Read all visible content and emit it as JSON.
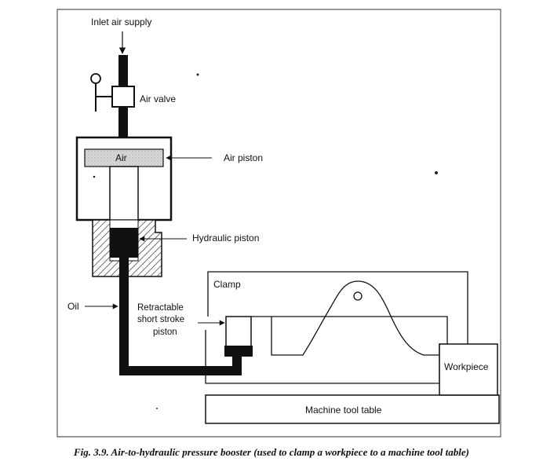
{
  "labels": {
    "inlet_air_supply": "Inlet air supply",
    "air_valve": "Air valve",
    "air": "Air",
    "air_piston": "Air piston",
    "hydraulic_piston": "Hydraulic piston",
    "oil": "Oil",
    "retractable_line1": "Retractable",
    "retractable_line2": "short stroke",
    "retractable_line3": "piston",
    "clamp": "Clamp",
    "workpiece": "Workpiece",
    "machine_tool_table": "Machine tool table"
  },
  "caption": "Fig. 3.9. Air-to-hydraulic pressure booster (used to clamp a workpiece to a machine tool table)"
}
